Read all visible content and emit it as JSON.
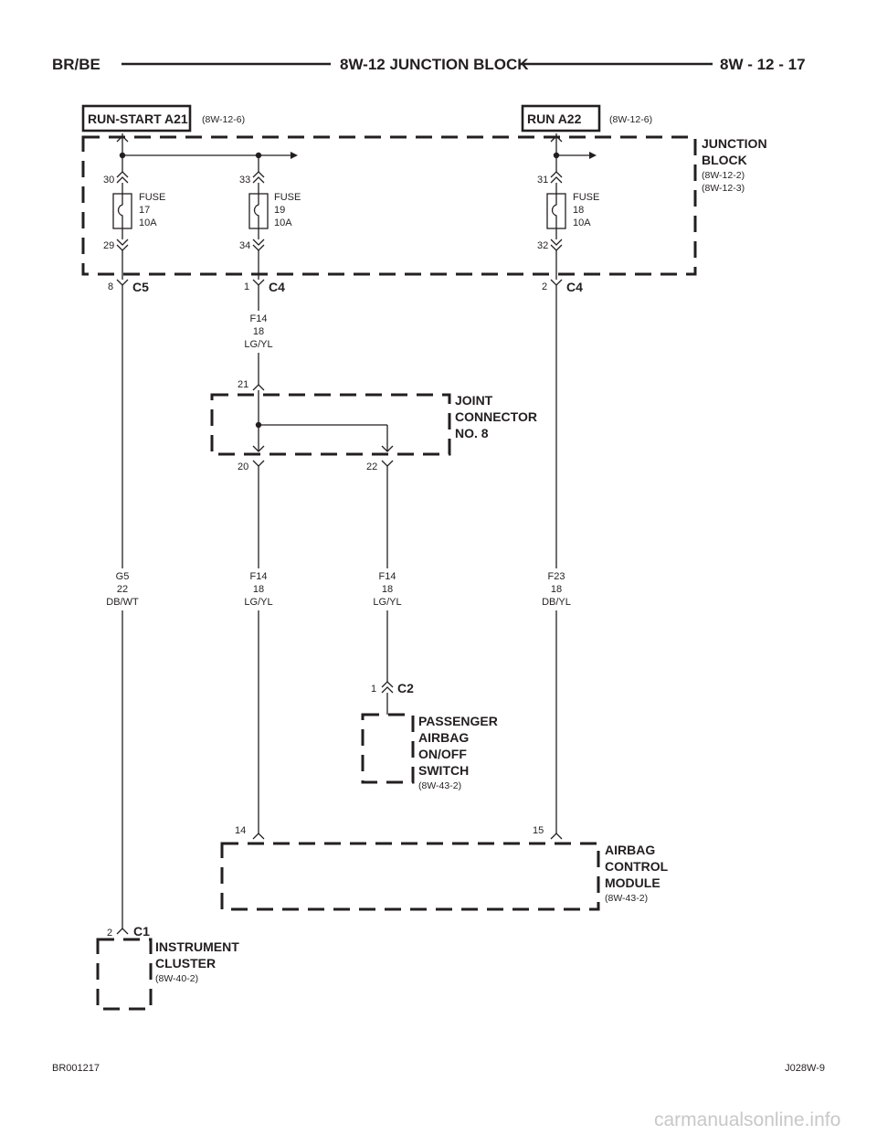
{
  "header": {
    "left": "BR/BE",
    "title": "8W-12 JUNCTION BLOCK",
    "right": "8W - 12 - 17"
  },
  "sources": {
    "run_start": {
      "label": "RUN-START A21",
      "ref": "(8W-12-6)"
    },
    "run": {
      "label": "RUN A22",
      "ref": "(8W-12-6)"
    }
  },
  "junction_block": {
    "name_line1": "JUNCTION",
    "name_line2": "BLOCK",
    "ref1": "(8W-12-2)",
    "ref2": "(8W-12-3)",
    "fuses": [
      {
        "l1": "FUSE",
        "l2": "17",
        "l3": "10A",
        "pin_in": "30",
        "pin_out": "29"
      },
      {
        "l1": "FUSE",
        "l2": "19",
        "l3": "10A",
        "pin_in": "33",
        "pin_out": "34"
      },
      {
        "l1": "FUSE",
        "l2": "18",
        "l3": "10A",
        "pin_in": "31",
        "pin_out": "32"
      }
    ],
    "outputs": [
      {
        "pin": "8",
        "connector": "C5"
      },
      {
        "pin": "1",
        "connector": "C4"
      },
      {
        "pin": "2",
        "connector": "C4"
      }
    ]
  },
  "wires": {
    "f14_top": {
      "circuit": "F14",
      "gauge": "18",
      "color": "LG/YL"
    },
    "g5": {
      "circuit": "G5",
      "gauge": "22",
      "color": "DB/WT"
    },
    "f14_a": {
      "circuit": "F14",
      "gauge": "18",
      "color": "LG/YL"
    },
    "f14_b": {
      "circuit": "F14",
      "gauge": "18",
      "color": "LG/YL"
    },
    "f23": {
      "circuit": "F23",
      "gauge": "18",
      "color": "DB/YL"
    }
  },
  "joint_connector": {
    "line1": "JOINT",
    "line2": "CONNECTOR",
    "line3": "NO. 8",
    "pin_in": "21",
    "pin_out_a": "20",
    "pin_out_b": "22"
  },
  "passenger_switch": {
    "pin": "1",
    "connector": "C2",
    "line1": "PASSENGER",
    "line2": "AIRBAG",
    "line3": "ON/OFF",
    "line4": "SWITCH",
    "ref": "(8W-43-2)"
  },
  "airbag_module": {
    "pin_a": "14",
    "pin_b": "15",
    "line1": "AIRBAG",
    "line2": "CONTROL",
    "line3": "MODULE",
    "ref": "(8W-43-2)"
  },
  "instrument_cluster": {
    "pin": "2",
    "connector": "C1",
    "line1": "INSTRUMENT",
    "line2": "CLUSTER",
    "ref": "(8W-40-2)"
  },
  "footer": {
    "left": "BR001217",
    "right": "J028W-9"
  },
  "watermark": "carmanualsonline.info"
}
